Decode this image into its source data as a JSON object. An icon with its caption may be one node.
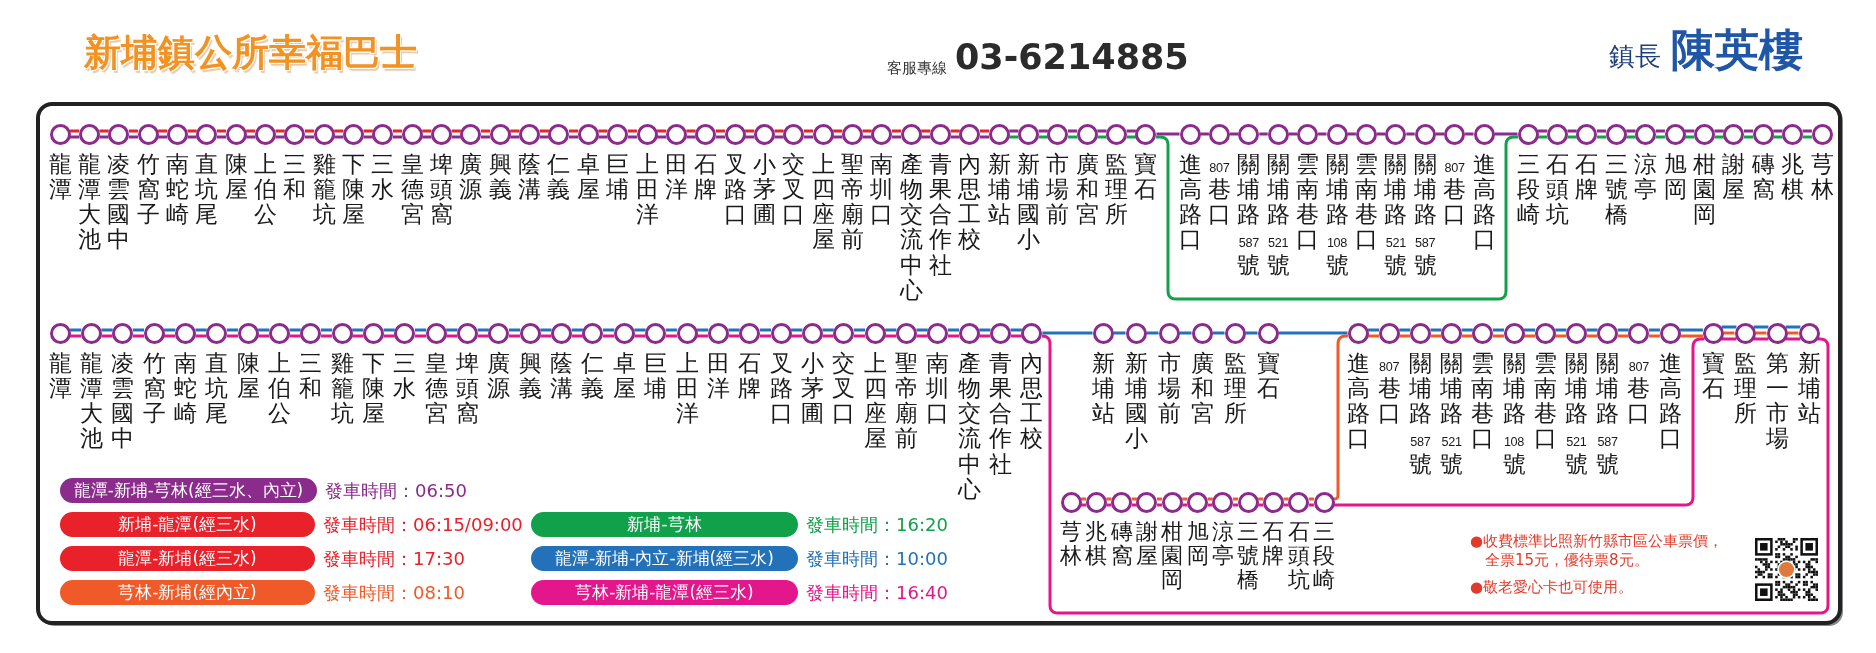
{
  "diagram": {
    "title": "新埔鎮公所幸福巴士",
    "nodes": [
      {
        "text": [
          "龍潭"
        ]
      },
      {
        "text": [
          "龍潭大池"
        ]
      },
      {
        "text": [
          "凌雲國中"
        ]
      },
      {
        "text": [
          "竹窩子"
        ]
      },
      {
        "text": [
          "南蛇崎"
        ]
      },
      {
        "text": [
          "直坑尾"
        ]
      },
      {
        "text": [
          "陳屋"
        ]
      },
      {
        "text": [
          "上伯公"
        ]
      },
      {
        "text": [
          "三和"
        ]
      },
      {
        "text": [
          "雞籠坑"
        ]
      },
      {
        "text": [
          "下陳屋"
        ]
      },
      {
        "text": [
          "三水"
        ]
      },
      {
        "text": [
          "皇德宮"
        ]
      },
      {
        "text": [
          "埤頭窩"
        ]
      },
      {
        "text": [
          "廣源"
        ]
      },
      {
        "text": [
          "興義"
        ]
      },
      {
        "text": [
          "蔭溝"
        ]
      },
      {
        "text": [
          "仁義"
        ]
      },
      {
        "text": [
          "卓屋"
        ]
      },
      {
        "text": [
          "巨埔"
        ]
      },
      {
        "text": [
          "上田洋"
        ]
      },
      {
        "text": [
          "田洋"
        ]
      },
      {
        "text": [
          "石牌"
        ]
      },
      {
        "text": [
          "叉路口"
        ]
      },
      {
        "text": [
          "小茅圃"
        ]
      },
      {
        "text": [
          "交叉口"
        ]
      },
      {
        "text": [
          "上四座屋"
        ]
      },
      {
        "text": [
          "聖帝廟前"
        ]
      },
      {
        "text": [
          "南圳口"
        ]
      },
      {
        "text": [
          "產物交流中心"
        ]
      },
      {
        "text": [
          "青果合作社"
        ]
      },
      {
        "text": [
          "內思工校"
        ]
      },
      {
        "text": [
          "新埔站"
        ]
      },
      {
        "text": [
          "新埔國小"
        ]
      },
      {
        "text": [
          "市場前"
        ]
      },
      {
        "text": [
          "廣和宮"
        ]
      },
      {
        "text": [
          "監理所"
        ]
      },
      {
        "text": [
          "寶石"
        ]
      },
      {
        "text": [
          "進高路口"
        ]
      },
      {
        "text": [
          "807巷口"
        ]
      },
      {
        "text": [
          "關埔路587號"
        ]
      },
      {
        "text": [
          "關埔路521號"
        ]
      },
      {
        "text": [
          "雲南巷口"
        ]
      },
      {
        "text": [
          "關埔路108號"
        ]
      },
      {
        "text": [
          "雲南巷口"
        ]
      },
      {
        "text": [
          "關埔路521號"
        ]
      },
      {
        "text": [
          "關埔路587號"
        ]
      },
      {
        "text": [
          "807巷口"
        ]
      },
      {
        "text": [
          "進高路口"
        ]
      },
      {
        "text": [
          "三段崎"
        ]
      },
      {
        "text": [
          "石頭坑"
        ]
      },
      {
        "text": [
          "石牌"
        ]
      },
      {
        "text": [
          "三號橋"
        ]
      },
      {
        "text": [
          "涼亭"
        ]
      },
      {
        "text": [
          "旭岡"
        ]
      },
      {
        "text": [
          "柑園岡"
        ]
      },
      {
        "text": [
          "謝屋"
        ]
      },
      {
        "text": [
          "磚窩"
        ]
      },
      {
        "text": [
          "兆棋"
        ]
      },
      {
        "text": [
          "芎林"
        ]
      },
      {
        "text": [
          "龍潭"
        ]
      },
      {
        "text": [
          "龍潭大池"
        ]
      },
      {
        "text": [
          "凌雲國中"
        ]
      },
      {
        "text": [
          "竹窩子"
        ]
      },
      {
        "text": [
          "南蛇崎"
        ]
      },
      {
        "text": [
          "直坑尾"
        ]
      },
      {
        "text": [
          "陳屋"
        ]
      },
      {
        "text": [
          "上伯公"
        ]
      },
      {
        "text": [
          "三和"
        ]
      },
      {
        "text": [
          "雞籠坑"
        ]
      },
      {
        "text": [
          "下陳屋"
        ]
      },
      {
        "text": [
          "三水"
        ]
      },
      {
        "text": [
          "皇德宮"
        ]
      },
      {
        "text": [
          "埤頭窩"
        ]
      },
      {
        "text": [
          "廣源"
        ]
      },
      {
        "text": [
          "興義"
        ]
      },
      {
        "text": [
          "蔭溝"
        ]
      },
      {
        "text": [
          "仁義"
        ]
      },
      {
        "text": [
          "卓屋"
        ]
      },
      {
        "text": [
          "巨埔"
        ]
      },
      {
        "text": [
          "上田洋"
        ]
      },
      {
        "text": [
          "田洋"
        ]
      },
      {
        "text": [
          "石牌"
        ]
      },
      {
        "text": [
          "叉路口"
        ]
      },
      {
        "text": [
          "小茅圃"
        ]
      },
      {
        "text": [
          "交叉口"
        ]
      },
      {
        "text": [
          "上四座屋"
        ]
      },
      {
        "text": [
          "聖帝廟前"
        ]
      },
      {
        "text": [
          "南圳口"
        ]
      },
      {
        "text": [
          "產物交流中心"
        ]
      },
      {
        "text": [
          "青果合作社"
        ]
      },
      {
        "text": [
          "內思工校"
        ]
      },
      {
        "text": [
          "新埔站"
        ]
      },
      {
        "text": [
          "新埔國小"
        ]
      },
      {
        "text": [
          "市場前"
        ]
      },
      {
        "text": [
          "廣和宮"
        ]
      },
      {
        "text": [
          "監理所"
        ]
      },
      {
        "text": [
          "寶石"
        ]
      },
      {
        "text": [
          "進高路口"
        ]
      },
      {
        "text": [
          "807巷口"
        ]
      },
      {
        "text": [
          "關埔路587號"
        ]
      },
      {
        "text": [
          "關埔路521號"
        ]
      },
      {
        "text": [
          "雲南巷口"
        ]
      },
      {
        "text": [
          "關埔路108號"
        ]
      },
      {
        "text": [
          "雲南巷口"
        ]
      },
      {
        "text": [
          "關埔路521號"
        ]
      },
      {
        "text": [
          "關埔路587號"
        ]
      },
      {
        "text": [
          "807巷口"
        ]
      },
      {
        "text": [
          "進高路口"
        ]
      },
      {
        "text": [
          "寶石"
        ]
      },
      {
        "text": [
          "監理所"
        ]
      },
      {
        "text": [
          "第一市場"
        ]
      },
      {
        "text": [
          "新埔站"
        ]
      },
      {
        "text": [
          "芎林"
        ]
      },
      {
        "text": [
          "兆棋"
        ]
      },
      {
        "text": [
          "磚窩"
        ]
      },
      {
        "text": [
          "謝屋"
        ]
      },
      {
        "text": [
          "柑園岡"
        ]
      },
      {
        "text": [
          "旭岡"
        ]
      },
      {
        "text": [
          "涼亭"
        ]
      },
      {
        "text": [
          "三號橋"
        ]
      },
      {
        "text": [
          "石牌"
        ]
      },
      {
        "text": [
          "石頭坑"
        ]
      },
      {
        "text": [
          "三段崎"
        ]
      }
    ],
    "edges": [
      {
        "from": 0,
        "to": 1,
        "arrow": "none"
      },
      {
        "from": 1,
        "to": 2,
        "arrow": "none"
      },
      {
        "from": 2,
        "to": 3,
        "arrow": "none"
      },
      {
        "from": 3,
        "to": 4,
        "arrow": "none"
      },
      {
        "from": 4,
        "to": 5,
        "arrow": "none"
      },
      {
        "from": 5,
        "to": 6,
        "arrow": "none"
      },
      {
        "from": 6,
        "to": 7,
        "arrow": "none"
      },
      {
        "from": 7,
        "to": 8,
        "arrow": "none"
      },
      {
        "from": 8,
        "to": 9,
        "arrow": "none"
      },
      {
        "from": 9,
        "to": 10,
        "arrow": "none"
      },
      {
        "from": 10,
        "to": 11,
        "arrow": "none"
      },
      {
        "from": 11,
        "to": 12,
        "arrow": "none"
      },
      {
        "from": 12,
        "to": 13,
        "arrow": "none"
      },
      {
        "from": 13,
        "to": 14,
        "arrow": "none"
      },
      {
        "from": 14,
        "to": 15,
        "arrow": "none"
      },
      {
        "from": 15,
        "to": 16,
        "arrow": "none"
      },
      {
        "from": 16,
        "to": 17,
        "arrow": "none"
      },
      {
        "from": 17,
        "to": 18,
        "arrow": "none"
      },
      {
        "from": 18,
        "to": 19,
        "arrow": "none"
      },
      {
        "from": 19,
        "to": 20,
        "arrow": "none"
      },
      {
        "from": 20,
        "to": 21,
        "arrow": "none"
      },
      {
        "from": 21,
        "to": 22,
        "arrow": "none"
      },
      {
        "from": 22,
        "to": 23,
        "arrow": "none"
      },
      {
        "from": 23,
        "to": 24,
        "arrow": "none"
      },
      {
        "from": 24,
        "to": 25,
        "arrow": "none"
      },
      {
        "from": 25,
        "to": 26,
        "arrow": "none"
      },
      {
        "from": 26,
        "to": 27,
        "arrow": "none"
      },
      {
        "from": 27,
        "to": 28,
        "arrow": "none"
      },
      {
        "from": 28,
        "to": 29,
        "arrow": "none"
      },
      {
        "from": 29,
        "to": 30,
        "arrow": "none"
      },
      {
        "from": 30,
        "to": 31,
        "arrow": "none"
      },
      {
        "from": 31,
        "to": 32,
        "arrow": "none"
      },
      {
        "from": 32,
        "to": 33,
        "arrow": "none"
      },
      {
        "from": 33,
        "to": 34,
        "arrow": "none"
      },
      {
        "from": 34,
        "to": 35,
        "arrow": "none"
      },
      {
        "from": 35,
        "to": 36,
        "arrow": "none"
      },
      {
        "from": 36,
        "to": 37,
        "arrow": "none"
      },
      {
        "from": 37,
        "to": 38,
        "arrow": "none"
      },
      {
        "from": 38,
        "to": 39,
        "arrow": "none"
      },
      {
        "from": 39,
        "to": 40,
        "arrow": "none"
      },
      {
        "from": 40,
        "to": 41,
        "arrow": "none"
      },
      {
        "from": 41,
        "to": 42,
        "arrow": "none"
      },
      {
        "from": 42,
        "to": 43,
        "arrow": "none"
      },
      {
        "from": 43,
        "to": 44,
        "arrow": "none"
      },
      {
        "from": 44,
        "to": 45,
        "arrow": "none"
      },
      {
        "from": 45,
        "to": 46,
        "arrow": "none"
      },
      {
        "from": 46,
        "to": 47,
        "arrow": "none"
      },
      {
        "from": 47,
        "to": 48,
        "arrow": "none"
      },
      {
        "from": 48,
        "to": 49,
        "arrow": "none"
      },
      {
        "from": 49,
        "to": 50,
        "arrow": "none"
      },
      {
        "from": 50,
        "to": 51,
        "arrow": "none"
      },
      {
        "from": 51,
        "to": 52,
        "arrow": "none"
      },
      {
        "from": 52,
        "to": 53,
        "arrow": "none"
      },
      {
        "from": 53,
        "to": 54,
        "arrow": "none"
      },
      {
        "from": 54,
        "to": 55,
        "arrow": "none"
      },
      {
        "from": 55,
        "to": 56,
        "arrow": "none"
      },
      {
        "from": 56,
        "to": 57,
        "arrow": "none"
      },
      {
        "from": 57,
        "to": 58,
        "arrow": "none"
      },
      {
        "from": 58,
        "to": 59,
        "arrow": "none"
      },
      {
        "from": 0,
        "to": 1,
        "arrow": "none",
        "color": "#e8212a"
      },
      {
        "from": 1,
        "to": 2,
        "arrow": "none",
        "color": "#e8212a"
      },
      {
        "from": 2,
        "to": 3,
        "arrow": "none",
        "color": "#e8212a"
      },
      {
        "from": 3,
        "to": 4,
        "arrow": "none",
        "color": "#e8212a"
      },
      {
        "from": 4,
        "to": 5,
        "arrow": "none",
        "color": "#e8212a"
      },
      {
        "from": 5,
        "to": 6,
        "arrow": "none",
        "color": "#e8212a"
      },
      {
        "from": 6,
        "to": 7,
        "arrow": "none",
        "color": "#e8212a"
      },
      {
        "from": 7,
        "to": 8,
        "arrow": "none",
        "color": "#e8212a"
      },
      {
        "from": 8,
        "to": 9,
        "arrow": "none",
        "color": "#e8212a"
      },
      {
        "from": 9,
        "to": 10,
        "arrow": "none",
        "color": "#e8212a"
      },
      {
        "from": 10,
        "to": 11,
        "arrow": "none",
        "color": "#e8212a"
      },
      {
        "from": 11,
        "to": 12,
        "arrow": "none",
        "color": "#e8212a"
      },
      {
        "from": 12,
        "to": 13,
        "arrow": "none",
        "color": "#e8212a"
      },
      {
        "from": 13,
        "to": 14,
        "arrow": "none",
        "color": "#e8212a"
      },
      {
        "from": 14,
        "to": 15,
        "arrow": "none",
        "color": "#e8212a"
      },
      {
        "from": 15,
        "to": 16,
        "arrow": "none",
        "color": "#e8212a"
      },
      {
        "from": 16,
        "to": 17,
        "arrow": "none",
        "color": "#e8212a"
      },
      {
        "from": 17,
        "to": 18,
        "arrow": "none",
        "color": "#e8212a"
      },
      {
        "from": 18,
        "to": 19,
        "arrow": "none",
        "color": "#e8212a"
      },
      {
        "from": 19,
        "to": 20,
        "arrow": "none",
        "color": "#e8212a"
      },
      {
        "from": 20,
        "to": 21,
        "arrow": "none",
        "color": "#e8212a"
      },
      {
        "from": 21,
        "to": 22,
        "arrow": "none",
        "color": "#e8212a"
      },
      {
        "from": 22,
        "to": 23,
        "arrow": "none",
        "color": "#e8212a"
      },
      {
        "from": 23,
        "to": 24,
        "arrow": "none",
        "color": "#e8212a"
      },
      {
        "from": 24,
        "to": 25,
        "arrow": "none",
        "color": "#e8212a"
      },
      {
        "from": 25,
        "to": 26,
        "arrow": "none",
        "color": "#e8212a"
      },
      {
        "from": 26,
        "to": 27,
        "arrow": "none",
        "color": "#e8212a"
      },
      {
        "from": 27,
        "to": 28,
        "arrow": "none",
        "color": "#e8212a"
      },
      {
        "from": 28,
        "to": 29,
        "arrow": "none",
        "color": "#e8212a"
      },
      {
        "from": 29,
        "to": 30,
        "arrow": "none",
        "color": "#e8212a"
      },
      {
        "from": 30,
        "to": 31,
        "arrow": "none",
        "color": "#e8212a"
      },
      {
        "from": 31,
        "to": 32,
        "arrow": "none",
        "color": "#e8212a"
      },
      {
        "from": 32,
        "to": 33,
        "arrow": "none",
        "color": "#12a14b"
      },
      {
        "from": 33,
        "to": 34,
        "arrow": "none",
        "color": "#12a14b"
      },
      {
        "from": 34,
        "to": 35,
        "arrow": "none",
        "color": "#12a14b"
      },
      {
        "from": 35,
        "to": 36,
        "arrow": "none",
        "color": "#12a14b"
      },
      {
        "from": 36,
        "to": 37,
        "arrow": "none",
        "color": "#12a14b"
      },
      {
        "from": 37,
        "to": 49,
        "arrow": "none",
        "color": "#12a14b"
      },
      {
        "from": 49,
        "to": 50,
        "arrow": "none",
        "color": "#12a14b"
      },
      {
        "from": 50,
        "to": 51,
        "arrow": "none",
        "color": "#12a14b"
      },
      {
        "from": 51,
        "to": 52,
        "arrow": "none",
        "color": "#12a14b"
      },
      {
        "from": 52,
        "to": 53,
        "arrow": "none",
        "color": "#12a14b"
      },
      {
        "from": 53,
        "to": 54,
        "arrow": "none",
        "color": "#12a14b"
      },
      {
        "from": 54,
        "to": 55,
        "arrow": "none",
        "color": "#12a14b"
      },
      {
        "from": 55,
        "to": 56,
        "arrow": "none",
        "color": "#12a14b"
      },
      {
        "from": 56,
        "to": 57,
        "arrow": "none",
        "color": "#12a14b"
      },
      {
        "from": 57,
        "to": 58,
        "arrow": "none",
        "color": "#12a14b"
      },
      {
        "from": 58,
        "to": 59,
        "arrow": "none",
        "color": "#12a14b"
      },
      {
        "from": 60,
        "to": 61,
        "arrow": "none",
        "color": "#2271b9"
      },
      {
        "from": 61,
        "to": 62,
        "arrow": "none",
        "color": "#2271b9"
      },
      {
        "from": 62,
        "to": 63,
        "arrow": "none",
        "color": "#2271b9"
      },
      {
        "from": 63,
        "to": 64,
        "arrow": "none",
        "color": "#2271b9"
      },
      {
        "from": 64,
        "to": 65,
        "arrow": "none",
        "color": "#2271b9"
      },
      {
        "from": 65,
        "to": 66,
        "arrow": "none",
        "color": "#2271b9"
      },
      {
        "from": 66,
        "to": 67,
        "arrow": "none",
        "color": "#2271b9"
      },
      {
        "from": 67,
        "to": 68,
        "arrow": "none",
        "color": "#2271b9"
      },
      {
        "from": 68,
        "to": 69,
        "arrow": "none",
        "color": "#2271b9"
      },
      {
        "from": 69,
        "to": 70,
        "arrow": "none",
        "color": "#2271b9"
      },
      {
        "from": 70,
        "to": 71,
        "arrow": "none",
        "color": "#2271b9"
      },
      {
        "from": 71,
        "to": 72,
        "arrow": "none",
        "color": "#2271b9"
      },
      {
        "from": 72,
        "to": 73,
        "arrow": "none",
        "color": "#2271b9"
      },
      {
        "from": 73,
        "to": 74,
        "arrow": "none",
        "color": "#2271b9"
      },
      {
        "from": 74,
        "to": 75,
        "arrow": "none",
        "color": "#2271b9"
      },
      {
        "from": 75,
        "to": 76,
        "arrow": "none",
        "color": "#2271b9"
      },
      {
        "from": 76,
        "to": 77,
        "arrow": "none",
        "color": "#2271b9"
      },
      {
        "from": 77,
        "to": 78,
        "arrow": "none",
        "color": "#2271b9"
      },
      {
        "from": 78,
        "to": 79,
        "arrow": "none",
        "color": "#2271b9"
      },
      {
        "from": 79,
        "to": 80,
        "arrow": "none",
        "color": "#2271b9"
      },
      {
        "from": 80,
        "to": 81,
        "arrow": "none",
        "color": "#2271b9"
      },
      {
        "from": 81,
        "to": 82,
        "arrow": "none",
        "color": "#2271b9"
      },
      {
        "from": 82,
        "to": 83,
        "arrow": "none",
        "color": "#2271b9"
      },
      {
        "from": 83,
        "to": 84,
        "arrow": "none",
        "color": "#2271b9"
      },
      {
        "from": 84,
        "to": 85,
        "arrow": "none",
        "color": "#2271b9"
      },
      {
        "from": 85,
        "to": 86,
        "arrow": "none",
        "color": "#2271b9"
      },
      {
        "from": 86,
        "to": 87,
        "arrow": "none",
        "color": "#2271b9"
      },
      {
        "from": 87,
        "to": 88,
        "arrow": "none",
        "color": "#2271b9"
      },
      {
        "from": 88,
        "to": 89,
        "arrow": "none",
        "color": "#2271b9"
      },
      {
        "from": 89,
        "to": 90,
        "arrow": "none",
        "color": "#2271b9"
      },
      {
        "from": 90,
        "to": 91,
        "arrow": "none",
        "color": "#2271b9"
      },
      {
        "from": 91,
        "to": 92,
        "arrow": "none",
        "color": "#2271b9"
      },
      {
        "from": 92,
        "to": 93,
        "arrow": "none",
        "color": "#2271b9"
      },
      {
        "from": 93,
        "to": 94,
        "arrow": "none",
        "color": "#2271b9"
      },
      {
        "from": 94,
        "to": 95,
        "arrow": "none",
        "color": "#2271b9"
      },
      {
        "from": 95,
        "to": 96,
        "arrow": "none",
        "color": "#2271b9"
      },
      {
        "from": 96,
        "to": 97,
        "arrow": "none",
        "color": "#2271b9"
      },
      {
        "from": 97,
        "to": 98,
        "arrow": "none",
        "color": "#2271b9"
      },
      {
        "from": 98,
        "to": 99,
        "arrow": "none",
        "color": "#2271b9"
      },
      {
        "from": 99,
        "to": 100,
        "arrow": "none",
        "color": "#2271b9"
      },
      {
        "from": 100,
        "to": 101,
        "arrow": "none",
        "color": "#2271b9"
      },
      {
        "from": 101,
        "to": 102,
        "arrow": "none",
        "color": "#2271b9"
      },
      {
        "from": 102,
        "to": 103,
        "arrow": "none",
        "color": "#2271b9"
      },
      {
        "from": 103,
        "to": 104,
        "arrow": "none",
        "color": "#2271b9"
      },
      {
        "from": 104,
        "to": 105,
        "arrow": "none",
        "color": "#2271b9"
      },
      {
        "from": 105,
        "to": 106,
        "arrow": "none",
        "color": "#2271b9"
      },
      {
        "from": 106,
        "to": 107,
        "arrow": "none",
        "color": "#2271b9"
      },
      {
        "from": 107,
        "to": 108,
        "arrow": "none",
        "color": "#2271b9"
      },
      {
        "from": 108,
        "to": 109,
        "arrow": "none",
        "color": "#2271b9"
      },
      {
        "from": 109,
        "to": 110,
        "arrow": "none",
        "color": "#2271b9"
      },
      {
        "from": 110,
        "to": 111,
        "arrow": "none",
        "color": "#2271b9"
      },
      {
        "from": 111,
        "to": 112,
        "arrow": "none",
        "color": "#2271b9"
      },
      {
        "from": 113,
        "to": 114,
        "arrow": "none",
        "color": "#f05a28"
      },
      {
        "from": 114,
        "to": 115,
        "arrow": "none",
        "color": "#f05a28"
      },
      {
        "from": 115,
        "to": 116,
        "arrow": "none",
        "color": "#f05a28"
      },
      {
        "from": 116,
        "to": 117,
        "arrow": "none",
        "color": "#f05a28"
      },
      {
        "from": 117,
        "to": 118,
        "arrow": "none",
        "color": "#f05a28"
      },
      {
        "from": 118,
        "to": 119,
        "arrow": "none",
        "color": "#f05a28"
      },
      {
        "from": 119,
        "to": 120,
        "arrow": "none",
        "color": "#f05a28"
      },
      {
        "from": 120,
        "to": 121,
        "arrow": "none",
        "color": "#f05a28"
      },
      {
        "from": 121,
        "to": 122,
        "arrow": "none",
        "color": "#f05a28"
      },
      {
        "from": 122,
        "to": 123,
        "arrow": "none",
        "color": "#f05a28"
      },
      {
        "from": 123,
        "to": 98,
        "arrow": "none",
        "color": "#f05a28"
      },
      {
        "from": 98,
        "to": 99,
        "arrow": "none",
        "color": "#f05a28"
      },
      {
        "from": 99,
        "to": 100,
        "arrow": "none",
        "color": "#f05a28"
      },
      {
        "from": 100,
        "to": 101,
        "arrow": "none",
        "color": "#f05a28"
      },
      {
        "from": 101,
        "to": 102,
        "arrow": "none",
        "color": "#f05a28"
      },
      {
        "from": 102,
        "to": 103,
        "arrow": "none",
        "color": "#f05a28"
      },
      {
        "from": 103,
        "to": 104,
        "arrow": "none",
        "color": "#f05a28"
      },
      {
        "from": 104,
        "to": 105,
        "arrow": "none",
        "color": "#f05a28"
      },
      {
        "from": 105,
        "to": 106,
        "arrow": "none",
        "color": "#f05a28"
      },
      {
        "from": 106,
        "to": 107,
        "arrow": "none",
        "color": "#f05a28"
      },
      {
        "from": 107,
        "to": 108,
        "arrow": "none",
        "color": "#f05a28"
      },
      {
        "from": 108,
        "to": 109,
        "arrow": "none",
        "color": "#f05a28"
      },
      {
        "from": 109,
        "to": 110,
        "arrow": "none",
        "color": "#f05a28"
      },
      {
        "from": 110,
        "to": 111,
        "arrow": "none",
        "color": "#f05a28"
      },
      {
        "from": 111,
        "to": 112,
        "arrow": "none",
        "color": "#f05a28"
      },
      {
        "from": 113,
        "to": 114,
        "arrow": "none",
        "color": "#e4168c"
      },
      {
        "from": 114,
        "to": 115,
        "arrow": "none",
        "color": "#e4168c"
      },
      {
        "from": 115,
        "to": 116,
        "arrow": "none",
        "color": "#e4168c"
      },
      {
        "from": 116,
        "to": 117,
        "arrow": "none",
        "color": "#e4168c"
      },
      {
        "from": 117,
        "to": 118,
        "arrow": "none",
        "color": "#e4168c"
      },
      {
        "from": 118,
        "to": 119,
        "arrow": "none",
        "color": "#e4168c"
      },
      {
        "from": 119,
        "to": 120,
        "arrow": "none",
        "color": "#e4168c"
      },
      {
        "from": 120,
        "to": 121,
        "arrow": "none",
        "color": "#e4168c"
      },
      {
        "from": 121,
        "to": 122,
        "arrow": "none",
        "color": "#e4168c"
      },
      {
        "from": 122,
        "to": 123,
        "arrow": "none",
        "color": "#e4168c"
      },
      {
        "from": 123,
        "to": 109,
        "arrow": "none",
        "color": "#e4168c"
      },
      {
        "from": 109,
        "to": 110,
        "arrow": "none",
        "color": "#e4168c"
      },
      {
        "from": 110,
        "to": 111,
        "arrow": "none",
        "color": "#e4168c"
      },
      {
        "from": 111,
        "to": 112,
        "arrow": "none",
        "color": "#e4168c"
      },
      {
        "from": 112,
        "to": 91,
        "arrow": "none",
        "color": "#e4168c"
      },
      {
        "from": 91,
        "to": 90,
        "arrow": "none",
        "color": "#e4168c"
      },
      {
        "from": 90,
        "to": 89,
        "arrow": "none",
        "color": "#e4168c"
      },
      {
        "from": 89,
        "to": 88,
        "arrow": "none",
        "color": "#e4168c"
      },
      {
        "from": 88,
        "to": 87,
        "arrow": "none",
        "color": "#e4168c"
      },
      {
        "from": 87,
        "to": 86,
        "arrow": "none",
        "color": "#e4168c"
      },
      {
        "from": 86,
        "to": 85,
        "arrow": "none",
        "color": "#e4168c"
      },
      {
        "from": 85,
        "to": 84,
        "arrow": "none",
        "color": "#e4168c"
      },
      {
        "from": 84,
        "to": 83,
        "arrow": "none",
        "color": "#e4168c"
      },
      {
        "from": 83,
        "to": 82,
        "arrow": "none",
        "color": "#e4168c"
      },
      {
        "from": 82,
        "to": 81,
        "arrow": "none",
        "color": "#e4168c"
      },
      {
        "from": 81,
        "to": 80,
        "arrow": "none",
        "color": "#e4168c"
      },
      {
        "from": 80,
        "to": 79,
        "arrow": "none",
        "color": "#e4168c"
      },
      {
        "from": 79,
        "to": 78,
        "arrow": "none",
        "color": "#e4168c"
      },
      {
        "from": 78,
        "to": 77,
        "arrow": "none",
        "color": "#e4168c"
      },
      {
        "from": 77,
        "to": 76,
        "arrow": "none",
        "color": "#e4168c"
      },
      {
        "from": 76,
        "to": 75,
        "arrow": "none",
        "color": "#e4168c"
      },
      {
        "from": 75,
        "to": 74,
        "arrow": "none",
        "color": "#e4168c"
      },
      {
        "from": 74,
        "to": 73,
        "arrow": "none",
        "color": "#e4168c"
      },
      {
        "from": 73,
        "to": 72,
        "arrow": "none",
        "color": "#e4168c"
      },
      {
        "from": 72,
        "to": 71,
        "arrow": "none",
        "color": "#e4168c"
      },
      {
        "from": 71,
        "to": 70,
        "arrow": "none",
        "color": "#e4168c"
      },
      {
        "from": 70,
        "to": 69,
        "arrow": "none",
        "color": "#e4168c"
      },
      {
        "from": 69,
        "to": 68,
        "arrow": "none",
        "color": "#e4168c"
      },
      {
        "from": 68,
        "to": 67,
        "arrow": "none",
        "color": "#e4168c"
      },
      {
        "from": 67,
        "to": 66,
        "arrow": "none",
        "color": "#e4168c"
      },
      {
        "from": 66,
        "to": 65,
        "arrow": "none",
        "color": "#e4168c"
      },
      {
        "from": 65,
        "to": 64,
        "arrow": "none",
        "color": "#e4168c"
      },
      {
        "from": 64,
        "to": 63,
        "arrow": "none",
        "color": "#e4168c"
      },
      {
        "from": 63,
        "to": 62,
        "arrow": "none",
        "color": "#e4168c"
      },
      {
        "from": 62,
        "to": 61,
        "arrow": "none",
        "color": "#e4168c"
      },
      {
        "from": 61,
        "to": 60,
        "arrow": "none",
        "color": "#e4168c"
      }
    ],
    "labels": [
      "客服專線",
      "03-6214885",
      "鎮長",
      "陳英樓",
      "發車時間：06:50",
      "發車時間：06:15/09:00",
      "發車時間：16:20",
      "發車時間：17:30",
      "發車時間：10:00",
      "發車時間：08:10",
      "發車時間：16:40",
      "●收費標準比照新竹縣市區公車票價，全票15元，優待票8元。",
      "●敬老愛心卡也可使用。"
    ],
    "legend": [
      {
        "text": "龍潭-新埔-芎林(經三水、內立)",
        "color": "#8b2b8b"
      },
      {
        "text": "新埔-龍潭(經三水)",
        "color": "#e8212a"
      },
      {
        "text": "新埔-芎林",
        "color": "#12a14b"
      },
      {
        "text": "龍潭-新埔(經三水)",
        "color": "#e8212a"
      },
      {
        "text": "龍潭-新埔-內立-新埔(經三水)",
        "color": "#2271b9"
      },
      {
        "text": "芎林-新埔(經內立)",
        "color": "#f05a28"
      },
      {
        "text": "芎林-新埔-龍潭(經三水)",
        "color": "#e4168c"
      }
    ]
  }
}
